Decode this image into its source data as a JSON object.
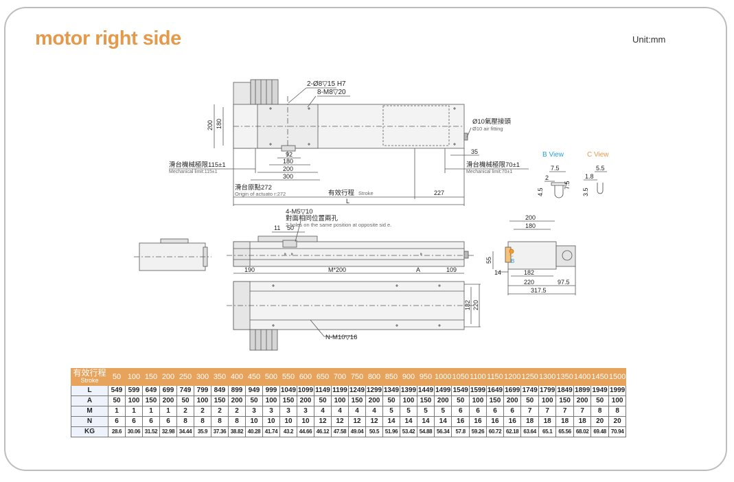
{
  "page": {
    "title": "motor right side",
    "unit": "Unit:mm"
  },
  "drawing": {
    "top_view": {
      "callout_1": "2-Ø8▽15 H7",
      "callout_2": "8-M8▽20",
      "dim_200": "200",
      "dim_180": "180",
      "air_fitting_cn": "Ø10氣壓接頭",
      "air_fitting_en": "Ø10 air fitting",
      "dim_35": "35",
      "dim_92": "92",
      "dim_180b": "180",
      "dim_200b": "200",
      "dim_300": "300",
      "mech_limit_left_cn": "滑台機械極限115±1",
      "mech_limit_left_en": "Mechanical limit:115±1",
      "mech_limit_right_cn": "滑台機械極限70±1",
      "mech_limit_right_en": "Mechanical limit:70±1",
      "origin_cn": "滑台原點272",
      "origin_en": "Origin of actuato r:272",
      "stroke_cn": "有效行程",
      "stroke_en": "Stroke",
      "dim_227": "227",
      "dim_L": "L"
    },
    "side_view": {
      "callout_cn_1": "4-M5▽10",
      "callout_cn_2": "對面相同位置兩孔",
      "callout_en": "2 holes on the same position at opposite sid e.",
      "dim_11": "11",
      "dim_50": "50"
    },
    "bottom_view": {
      "dim_190": "190",
      "dim_M200": "M*200",
      "dim_A": "A",
      "dim_109": "109",
      "dim_182": "182",
      "dim_220": "220",
      "callout_N": "N-M10▽16"
    },
    "end_view": {
      "dim_200": "200",
      "dim_180": "180",
      "dim_55": "55",
      "dim_14": "14",
      "dim_182": "182",
      "dim_220": "220",
      "dim_97_5": "97.5",
      "dim_317_5": "317.5",
      "marker_b": "B",
      "marker_c": "C"
    },
    "b_view": {
      "label": "B View",
      "color": "#2a9fd8",
      "dim_7_5a": "7.5",
      "dim_2": "2",
      "dim_7_5b": "7.5",
      "dim_4_5": "4.5"
    },
    "c_view": {
      "label": "C View",
      "color": "#e39a4c",
      "dim_5_5": "5.5",
      "dim_1_8": "1.8",
      "dim_3_5": "3.5"
    }
  },
  "table": {
    "header_label_cn": "有效行程",
    "header_label_en": "Stroke",
    "strokes": [
      "50",
      "100",
      "150",
      "200",
      "250",
      "300",
      "350",
      "400",
      "450",
      "500",
      "550",
      "600",
      "650",
      "700",
      "750",
      "800",
      "850",
      "900",
      "950",
      "1000",
      "1050",
      "1100",
      "1150",
      "1200",
      "1250",
      "1300",
      "1350",
      "1400",
      "1450",
      "1500"
    ],
    "rows": [
      {
        "label": "L",
        "values": [
          "549",
          "599",
          "649",
          "699",
          "749",
          "799",
          "849",
          "899",
          "949",
          "999",
          "1049",
          "1099",
          "1149",
          "1199",
          "1249",
          "1299",
          "1349",
          "1399",
          "1449",
          "1499",
          "1549",
          "1599",
          "1649",
          "1699",
          "1749",
          "1799",
          "1849",
          "1899",
          "1949",
          "1999"
        ]
      },
      {
        "label": "A",
        "values": [
          "50",
          "100",
          "150",
          "200",
          "50",
          "100",
          "150",
          "200",
          "50",
          "100",
          "150",
          "200",
          "50",
          "100",
          "150",
          "200",
          "50",
          "100",
          "150",
          "200",
          "50",
          "100",
          "150",
          "200",
          "50",
          "100",
          "150",
          "200",
          "50",
          "100"
        ]
      },
      {
        "label": "M",
        "values": [
          "1",
          "1",
          "1",
          "1",
          "2",
          "2",
          "2",
          "2",
          "3",
          "3",
          "3",
          "3",
          "4",
          "4",
          "4",
          "4",
          "5",
          "5",
          "5",
          "5",
          "6",
          "6",
          "6",
          "6",
          "7",
          "7",
          "7",
          "7",
          "8",
          "8"
        ]
      },
      {
        "label": "N",
        "values": [
          "6",
          "6",
          "6",
          "6",
          "8",
          "8",
          "8",
          "8",
          "10",
          "10",
          "10",
          "10",
          "12",
          "12",
          "12",
          "12",
          "14",
          "14",
          "14",
          "14",
          "16",
          "16",
          "16",
          "16",
          "18",
          "18",
          "18",
          "18",
          "20",
          "20"
        ]
      },
      {
        "label": "KG",
        "values": [
          "28.6",
          "30.06",
          "31.52",
          "32.98",
          "34.44",
          "35.9",
          "37.36",
          "38.82",
          "40.28",
          "41.74",
          "43.2",
          "44.66",
          "46.12",
          "47.58",
          "49.04",
          "50.5",
          "51.96",
          "53.42",
          "54.88",
          "56.34",
          "57.8",
          "59.26",
          "60.72",
          "62.18",
          "63.64",
          "65.1",
          "65.56",
          "68.02",
          "69.48",
          "70.94"
        ]
      }
    ]
  }
}
